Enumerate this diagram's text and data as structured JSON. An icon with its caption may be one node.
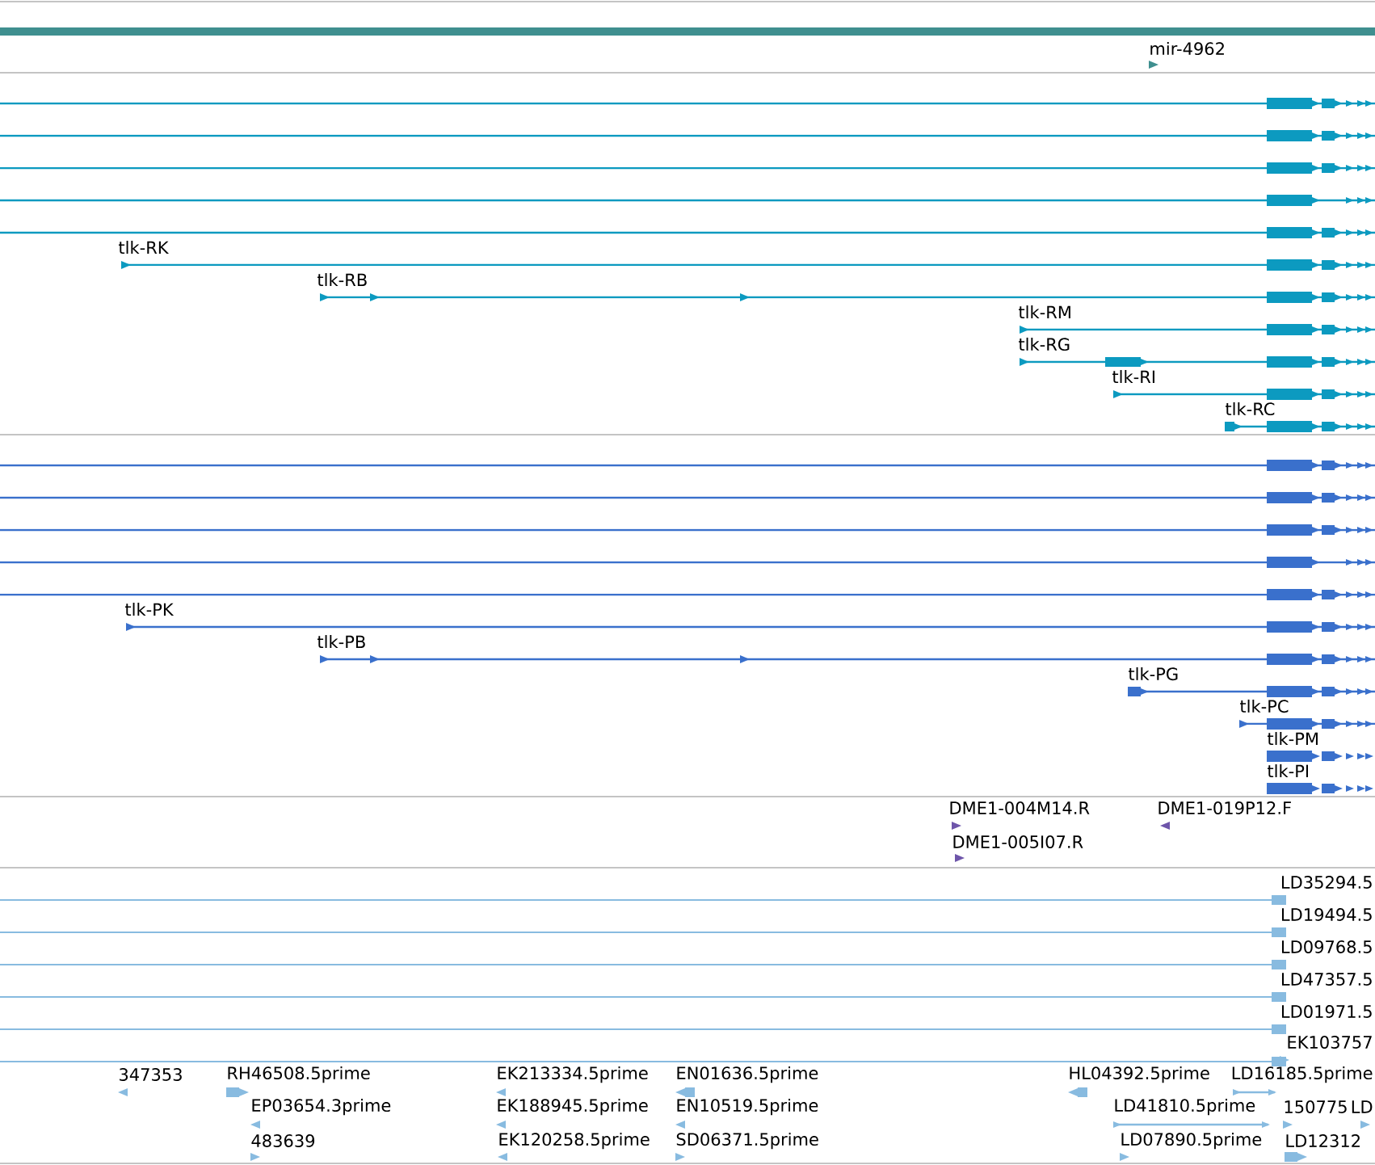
{
  "diagram": {
    "labels": [
      "mir-4962",
      "tlk-RK",
      "tlk-RB",
      "tlk-RM",
      "tlk-RG",
      "tlk-RI",
      "tlk-RC",
      "tlk-PK",
      "tlk-PB",
      "tlk-PG",
      "tlk-PC",
      "tlk-PM",
      "tlk-PI",
      "DME1-004M14.R",
      "DME1-019P12.F",
      "DME1-005I07.R",
      "LD35294.5",
      "LD19494.5",
      "LD09768.5",
      "LD47357.5",
      "LD01971.5",
      "EK103757",
      "347353",
      "RH46508.5prime",
      "EK213334.5prime",
      "EN01636.5prime",
      "HL04392.5prime",
      "LD16185.5prime",
      "EP03654.3prime",
      "EK188945.5prime",
      "EN10519.5prime",
      "LD41810.5prime",
      "150775",
      "LD",
      "483639",
      "EK120258.5prime",
      "SD06371.5prime",
      "LD07890.5prime",
      "LD12312"
    ]
  }
}
